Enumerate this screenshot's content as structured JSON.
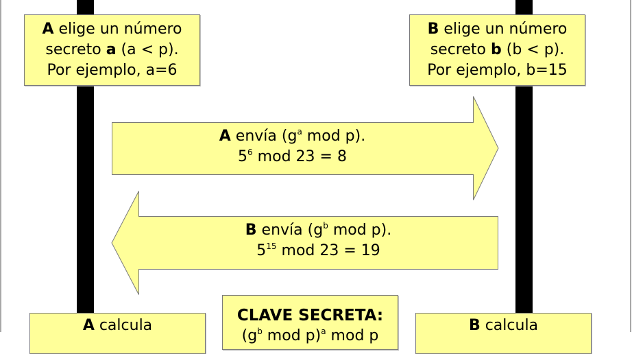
{
  "colors": {
    "box_fill": "#ffff99",
    "box_border": "#7a7a7a",
    "lifeline": "#000000",
    "page_edge": "#a8a8a8"
  },
  "box_a_choose": {
    "actor": "A",
    "line1_rest": " elige un número",
    "line2_pre": "secreto ",
    "line2_var": "a",
    "line2_post": " (a < p).",
    "line3": "Por ejemplo, a=6"
  },
  "box_b_choose": {
    "actor": "B",
    "line1_rest": " elige un número",
    "line2_pre": "secreto ",
    "line2_var": "b",
    "line2_post": " (b < p).",
    "line3": "Por ejemplo, b=15"
  },
  "arrow_a_to_b": {
    "direction": "right",
    "actor": "A",
    "line1_pre": " envía (g",
    "line1_exp": "a",
    "line1_post": " mod p).",
    "line2_base": "5",
    "line2_exp": "6",
    "line2_post": " mod 23 = 8"
  },
  "arrow_b_to_a": {
    "direction": "left",
    "actor": "B",
    "line1_pre": " envía (g",
    "line1_exp": "b",
    "line1_post": " mod p).",
    "line2_base": "5",
    "line2_exp": "15",
    "line2_post": " mod 23 = 19"
  },
  "box_a_compute": {
    "actor": "A",
    "rest": " calcula"
  },
  "box_secret": {
    "title": "CLAVE SECRETA:",
    "line2_partial": "(g",
    "line2_exp_b": "b",
    "line2_mid": " mod p)",
    "line2_exp_a": "a",
    "line2_post": " mod p"
  },
  "box_b_compute": {
    "actor": "B",
    "rest": " calcula"
  }
}
